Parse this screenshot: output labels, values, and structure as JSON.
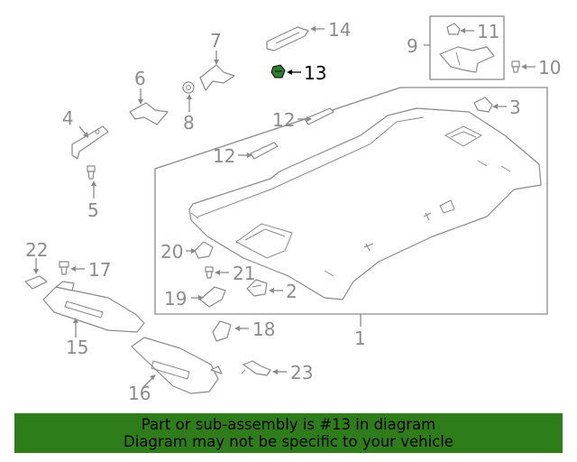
{
  "callouts": {
    "c1": "1",
    "c2": "2",
    "c3": "3",
    "c4": "4",
    "c5": "5",
    "c6": "6",
    "c7": "7",
    "c8": "8",
    "c9": "9",
    "c10": "10",
    "c11": "11",
    "c12a": "12",
    "c12b": "12",
    "c13": "13",
    "c14": "14",
    "c15": "15",
    "c16": "16",
    "c17": "17",
    "c18": "18",
    "c19": "19",
    "c20": "20",
    "c21": "21",
    "c22": "22",
    "c23": "23"
  },
  "highlight": {
    "part_number": "13",
    "color": "#2e7d1a"
  },
  "banner": {
    "line1": "Part or sub-assembly is #13 in diagram",
    "line2": "Diagram may not be specific to your vehicle"
  }
}
